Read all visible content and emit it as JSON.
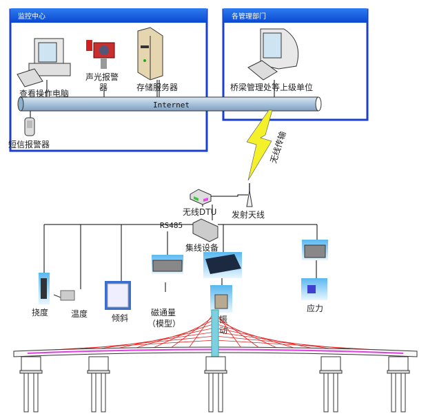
{
  "monitoring_center": {
    "title": "监控中心",
    "operator_pc": "查看操作电脑",
    "alarm_line1": "声光报警",
    "alarm_line2": "器",
    "storage_server": "存储服务器",
    "sms_alarm": "短信报警器"
  },
  "departments": {
    "title": "各管理部门",
    "upper_unit": "桥梁管理处等上级单位"
  },
  "network": {
    "internet": "Internet",
    "wireless_transmission": "无线传输",
    "wireless_dtu": "无线DTU",
    "antenna": "发射天线",
    "rs485": "RS485",
    "hub": "集线设备"
  },
  "sensors": {
    "deflection": "挠度",
    "temperature": "温度",
    "tilt": "倾斜",
    "magnetic_line1": "磁通量",
    "magnetic_line2": "（模型）",
    "vibration_line1": "振",
    "vibration_line2": "动",
    "stress": "应力"
  },
  "colors": {
    "panel_border": "#1a3fc8",
    "header_fill": "#1560e0",
    "pipe_fill": "#a9c3dc",
    "lightning": "#f4f02a",
    "cables": "#e02020",
    "deck_highlight": "#e040e0"
  }
}
